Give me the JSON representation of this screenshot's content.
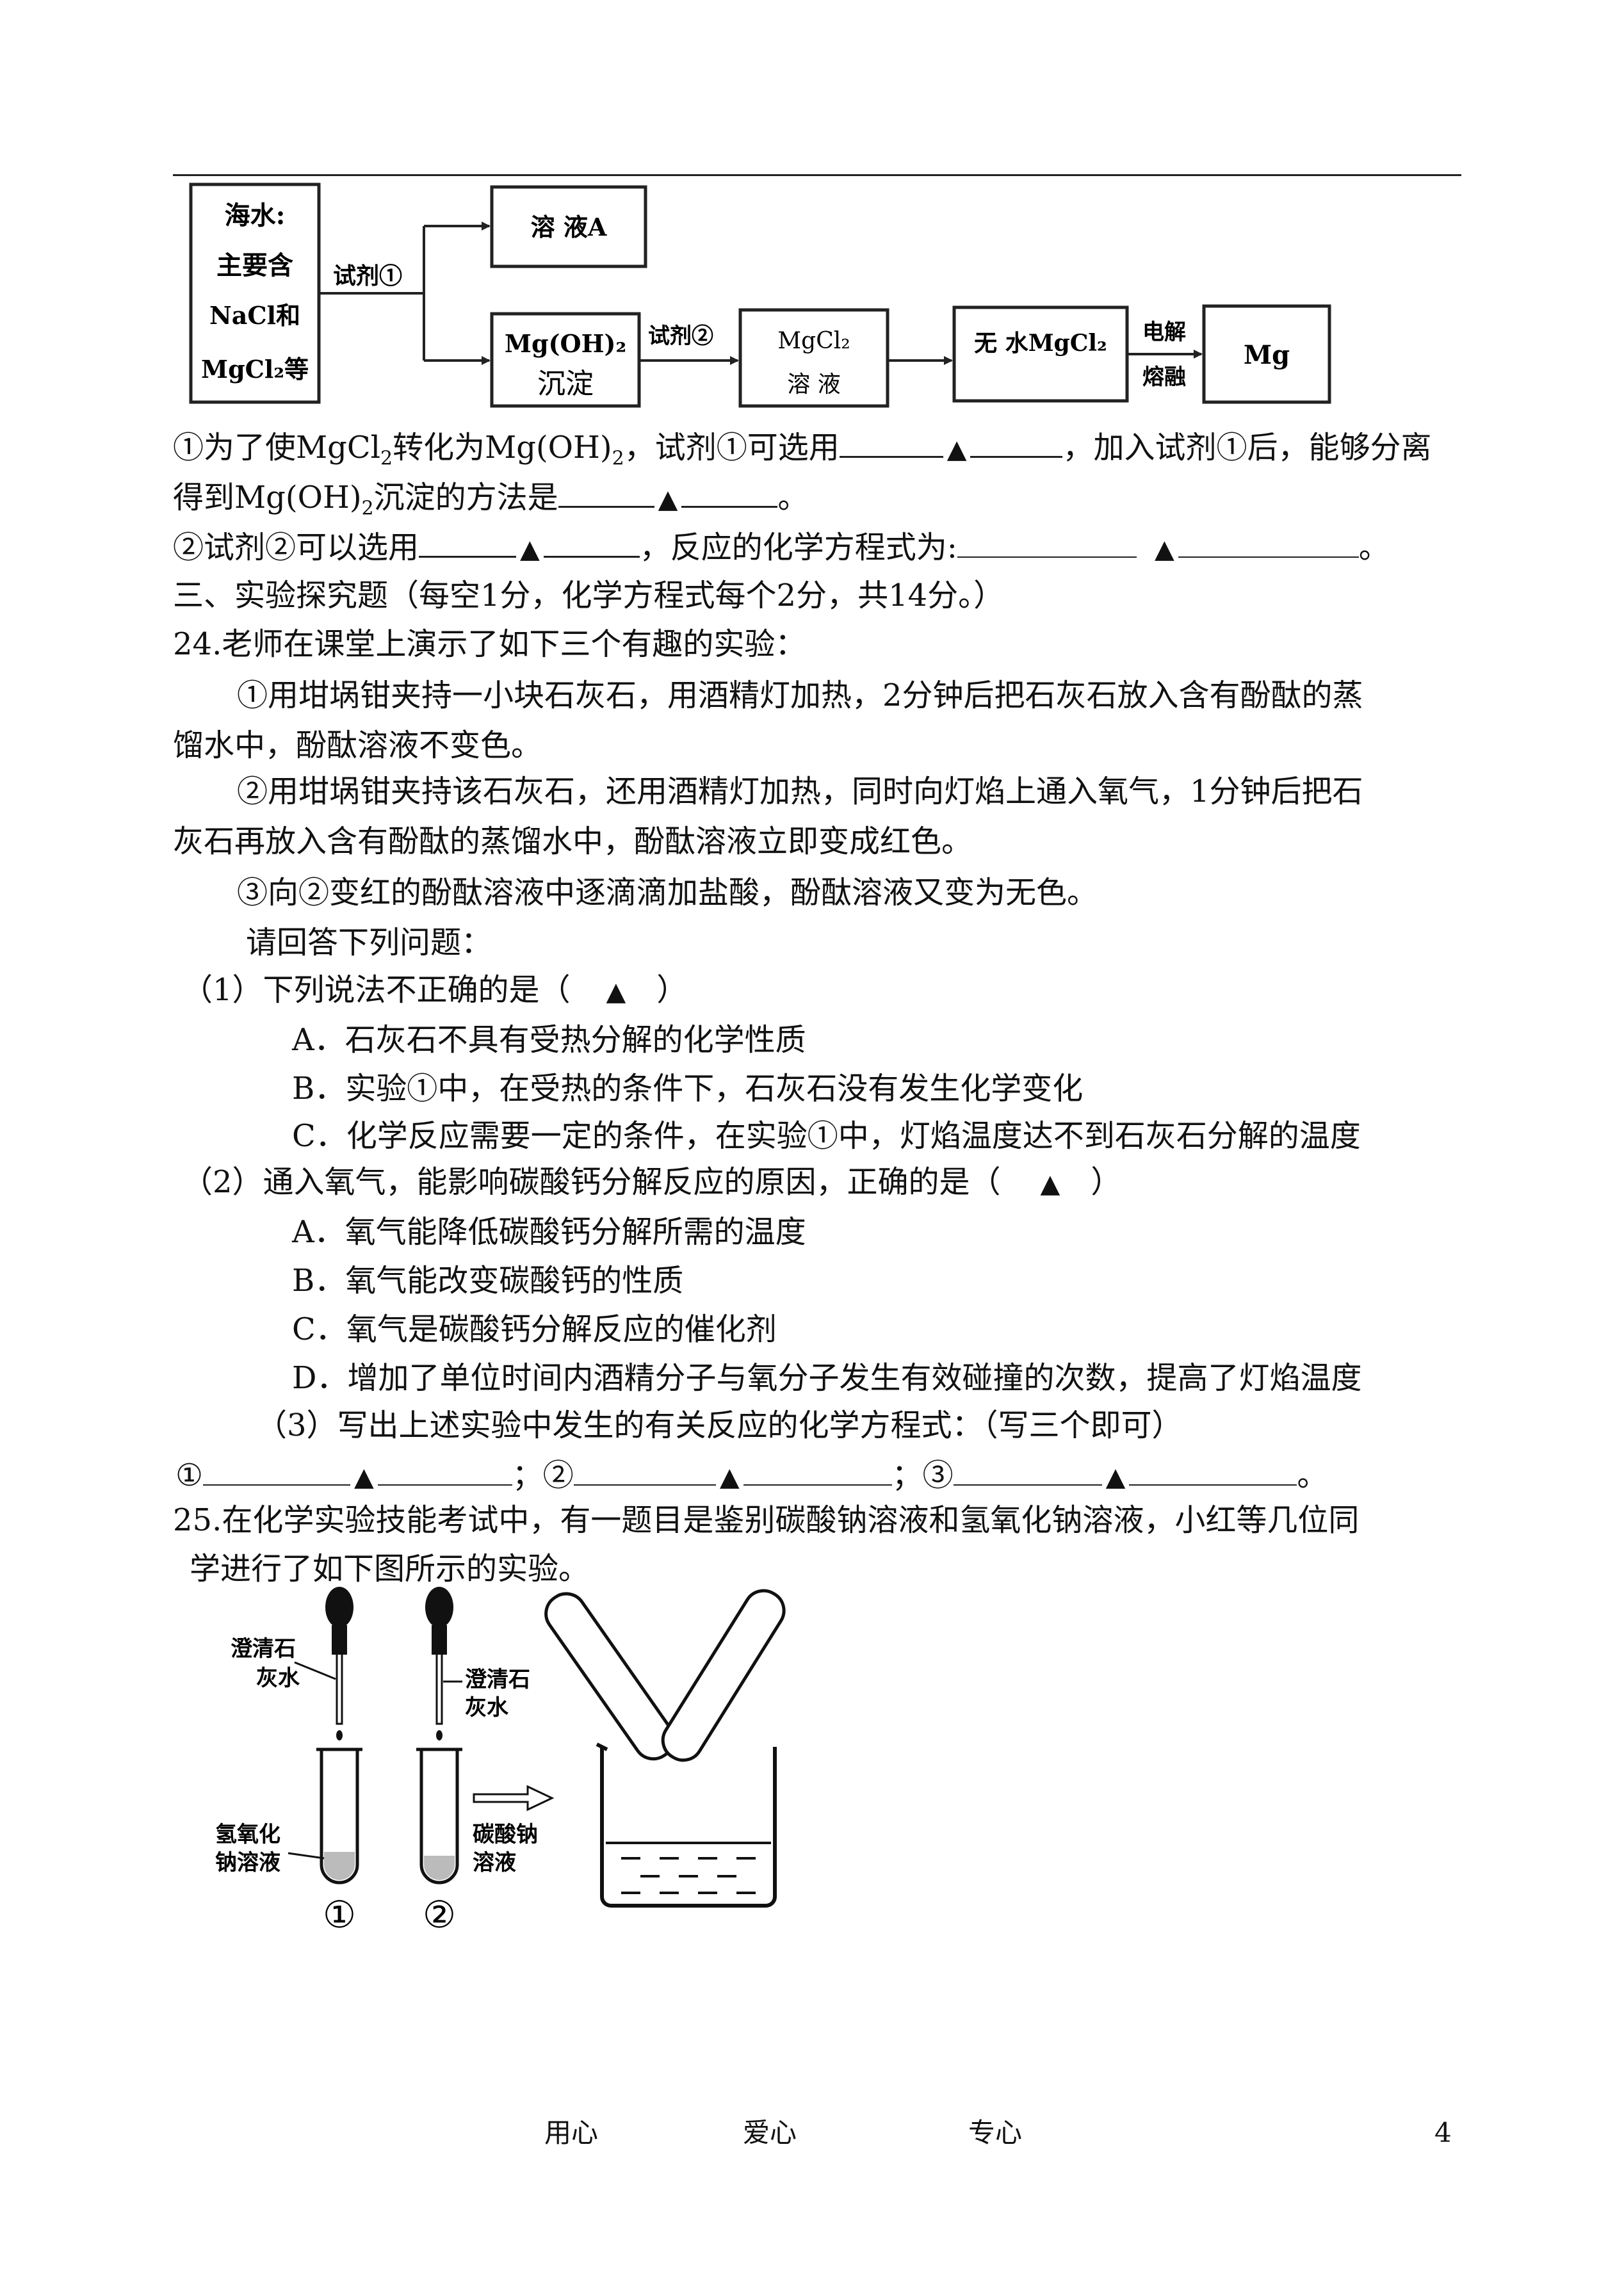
{
  "flowchart": {
    "seawater": [
      "海水:",
      "主要含",
      "NaCl和",
      "MgCl₂等"
    ],
    "reagent1": "试剂①",
    "solution_a": "溶 液A",
    "mgoh2": "Mg(OH)₂",
    "precipitate": "沉淀",
    "reagent2": "试剂②",
    "mgcl2_solution": [
      "MgCl₂",
      "溶 液"
    ],
    "anhydrous": "无 水MgCl₂",
    "electrolysis": [
      "电解",
      "熔融"
    ],
    "mg": "Mg"
  },
  "q23": {
    "part1_a": "①为了使MgCl",
    "part1_b": "转化为Mg(OH)",
    "part1_c": "，试剂①可选用",
    "part1_d": "，加入试剂①后，能够分离",
    "part1_e": "得到Mg(OH)",
    "part1_f": "沉淀的方法是",
    "part1_g": "。",
    "part2_a": "②试剂②可以选用",
    "part2_b": "，反应的化学方程式为:",
    "part2_c": "。",
    "sub2": "2",
    "marker": "▲"
  },
  "section3": "三、实验探究题（每空1分，化学方程式每个2分，共14分。）",
  "q24": {
    "stem": "24.老师在课堂上演示了如下三个有趣的实验：",
    "exp1_l1": "①用坩埚钳夹持一小块石灰石，用酒精灯加热，2分钟后把石灰石放入含有酚酞的蒸",
    "exp1_l2": "馏水中，酚酞溶液不变色。",
    "exp2_l1": "②用坩埚钳夹持该石灰石，还用酒精灯加热，同时向灯焰上通入氧气，1分钟后把石",
    "exp2_l2": "灰石再放入含有酚酞的蒸馏水中，酚酞溶液立即变成红色。",
    "exp3": "③向②变红的酚酞溶液中逐滴滴加盐酸，酚酞溶液又变为无色。",
    "prompt": "请回答下列问题：",
    "q1": "（1）下列说法不正确的是（",
    "q1_close": "）",
    "q1_a": "A．石灰石不具有受热分解的化学性质",
    "q1_b": "B．实验①中，在受热的条件下，石灰石没有发生化学变化",
    "q1_c": "C．化学反应需要一定的条件，在实验①中，灯焰温度达不到石灰石分解的温度",
    "q2": "（2）通入氧气，能影响碳酸钙分解反应的原因，正确的是（",
    "q2_close": "）",
    "q2_a": "A．氧气能降低碳酸钙分解所需的温度",
    "q2_b": "B．氧气能改变碳酸钙的性质",
    "q2_c": "C．氧气是碳酸钙分解反应的催化剂",
    "q2_d": "D．增加了单位时间内酒精分子与氧分子发生有效碰撞的次数，提高了灯焰温度",
    "q3": "（3）写出上述实验中发生的有关反应的化学方程式：（写三个即可）",
    "q3_n1": "①",
    "q3_n2": "；②",
    "q3_n3": "；③",
    "q3_end": "。",
    "marker": "▲"
  },
  "q25": {
    "line1": "25.在化学实验技能考试中，有一题目是鉴别碳酸钠溶液和氢氧化钠溶液，小红等几位同",
    "line2": "学进行了如下图所示的实验。"
  },
  "figure": {
    "limewater1": [
      "澄清石",
      "灰水"
    ],
    "limewater2": [
      "澄清石",
      "灰水"
    ],
    "naoh": [
      "氢氧化",
      "钠溶液"
    ],
    "na2co3": [
      "碳酸钠",
      "溶液"
    ],
    "n1": "①",
    "n2": "②"
  },
  "footer": {
    "a": "用心",
    "b": "爱心",
    "c": "专心",
    "page": "4"
  }
}
